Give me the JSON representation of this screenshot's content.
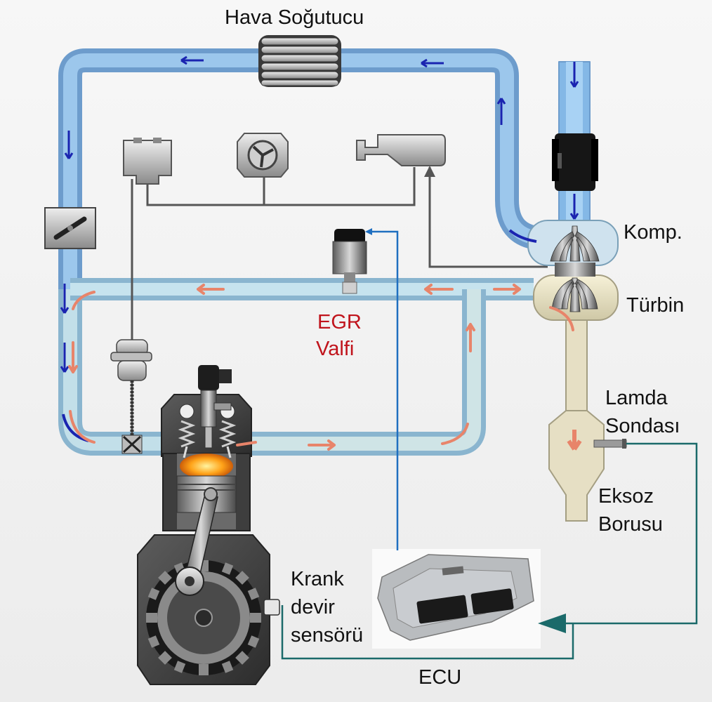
{
  "labels": {
    "cooler": "Hava Soğutucu",
    "compressor": "Komp.",
    "turbine": "Türbin",
    "egr_line1": "EGR",
    "egr_line2": "Valfi",
    "lambda_line1": "Lamda",
    "lambda_line2": "Sondası",
    "exhaust_line1": "Eksoz",
    "exhaust_line2": "Borusu",
    "crank_line1": "Krank",
    "crank_line2": "devir",
    "crank_line3": "sensörü",
    "ecu": "ECU"
  },
  "colors": {
    "intake_pipe": "#7fb0dc",
    "egr_pipe": "#b9dbe6",
    "exhaust_pipe": "#e6dfc4",
    "intake_arrow": "#1a24b0",
    "exhaust_arrow": "#e8846a",
    "egr_text": "#c0141c",
    "signal_blue": "#1f6fc0",
    "signal_green": "#1b6a6a"
  }
}
